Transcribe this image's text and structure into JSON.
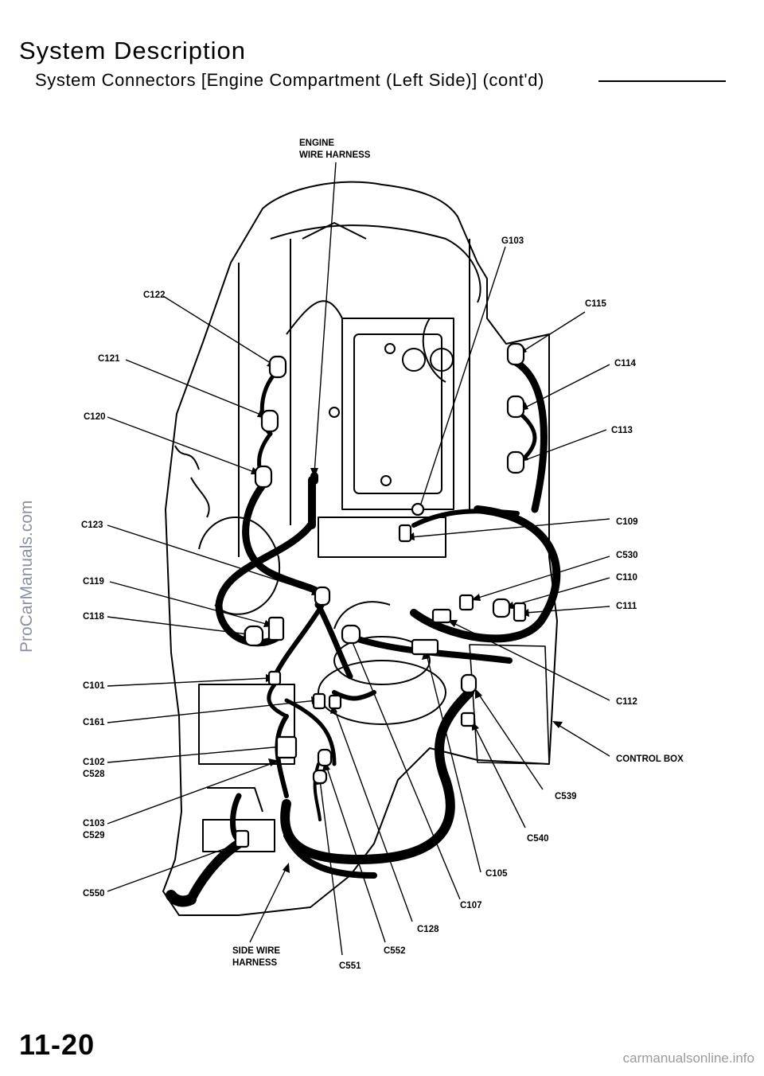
{
  "header": {
    "title": "System Description",
    "subtitle": "System Connectors [Engine Compartment (Left Side)] (cont'd)"
  },
  "diagram": {
    "labels": {
      "engine_wire_harness_1": "ENGINE",
      "engine_wire_harness_2": "WIRE HARNESS",
      "g103": "G103",
      "c122": "C122",
      "c115": "C115",
      "c121": "C121",
      "c114": "C114",
      "c120": "C120",
      "c113": "C113",
      "c123": "C123",
      "c109": "C109",
      "c530": "C530",
      "c119": "C119",
      "c110": "C110",
      "c118": "C118",
      "c111": "C111",
      "c101": "C101",
      "c112": "C112",
      "c161": "C161",
      "control_box": "CONTROL BOX",
      "c102": "C102",
      "c528": "C528",
      "c539": "C539",
      "c103": "C103",
      "c529": "C529",
      "c540": "C540",
      "c550": "C550",
      "c105": "C105",
      "c107": "C107",
      "c128": "C128",
      "side_wire_harness_1": "SIDE WIRE",
      "side_wire_harness_2": "HARNESS",
      "c552": "C552",
      "c551": "C551"
    }
  },
  "footer": {
    "page_number": "11-20"
  },
  "watermarks": {
    "side": "ProCarManuals.com",
    "bottom": "carmanualsonline.info"
  }
}
